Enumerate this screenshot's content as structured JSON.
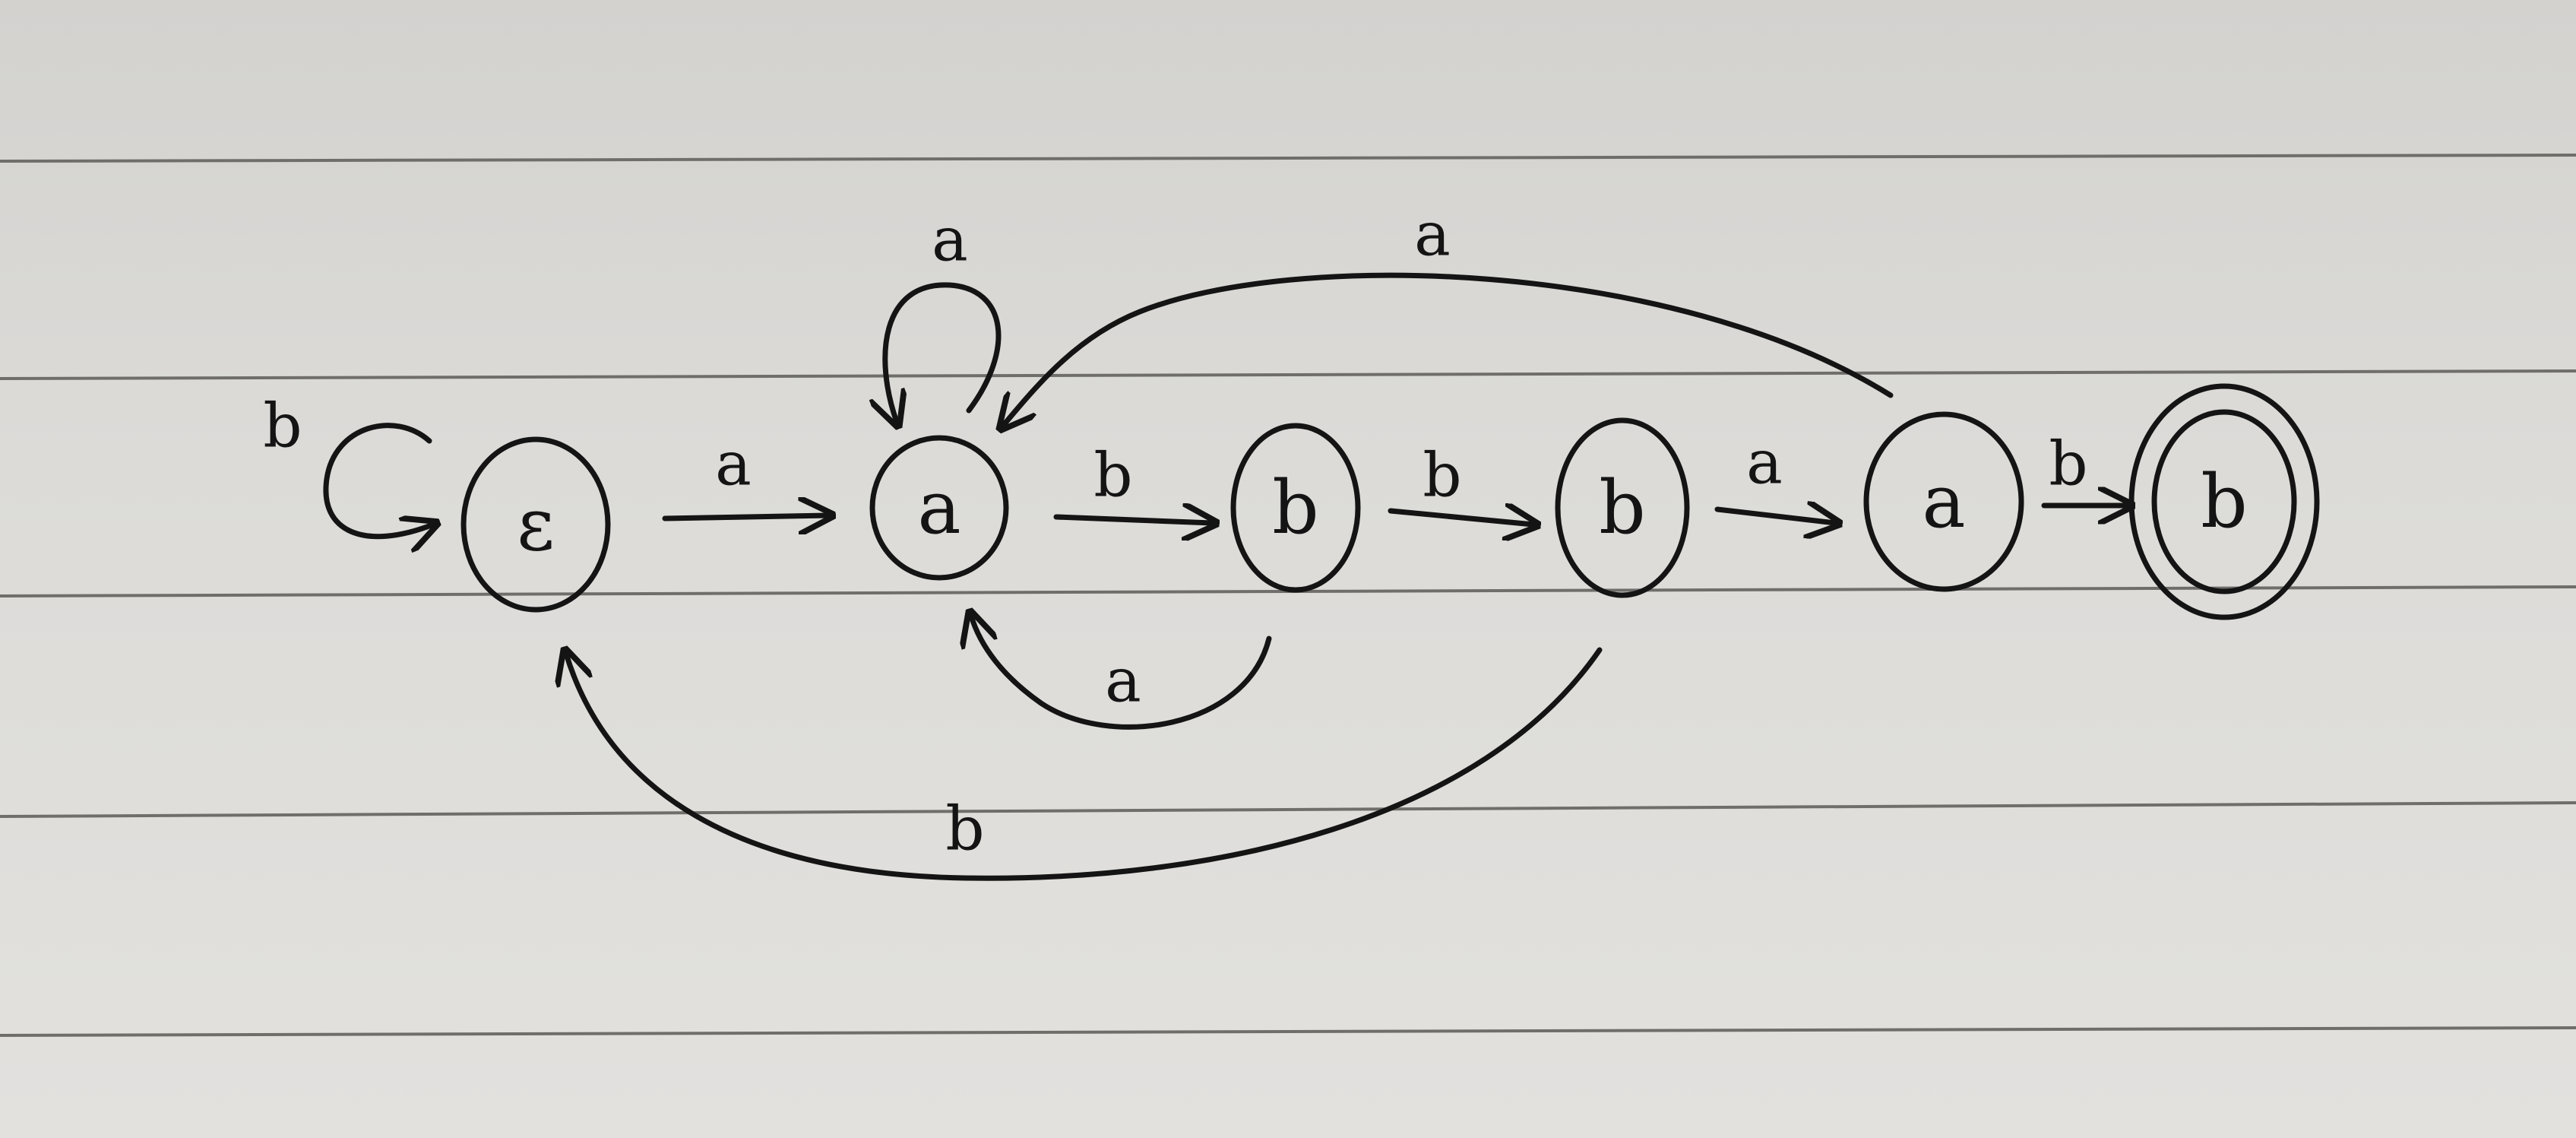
{
  "states": [
    {
      "id": "q0",
      "label": "ε",
      "accepting": false
    },
    {
      "id": "q1",
      "label": "a",
      "accepting": false
    },
    {
      "id": "q2",
      "label": "b",
      "accepting": false
    },
    {
      "id": "q3",
      "label": "b",
      "accepting": false
    },
    {
      "id": "q4",
      "label": "a",
      "accepting": false
    },
    {
      "id": "q5",
      "label": "b",
      "accepting": true
    }
  ],
  "transitions": [
    {
      "from": "q0",
      "to": "q0",
      "symbol": "b"
    },
    {
      "from": "q0",
      "to": "q1",
      "symbol": "a"
    },
    {
      "from": "q1",
      "to": "q1",
      "symbol": "a"
    },
    {
      "from": "q1",
      "to": "q2",
      "symbol": "b"
    },
    {
      "from": "q2",
      "to": "q3",
      "symbol": "b"
    },
    {
      "from": "q3",
      "to": "q4",
      "symbol": "a"
    },
    {
      "from": "q4",
      "to": "q5",
      "symbol": "b"
    },
    {
      "from": "q2",
      "to": "q1",
      "symbol": "a"
    },
    {
      "from": "q4",
      "to": "q1",
      "symbol": "a"
    },
    {
      "from": "q3",
      "to": "q0",
      "symbol": "b"
    }
  ],
  "colors": {
    "ink": "#141414",
    "paper": "#dcdbd8",
    "rule": "#6f6e6b"
  }
}
